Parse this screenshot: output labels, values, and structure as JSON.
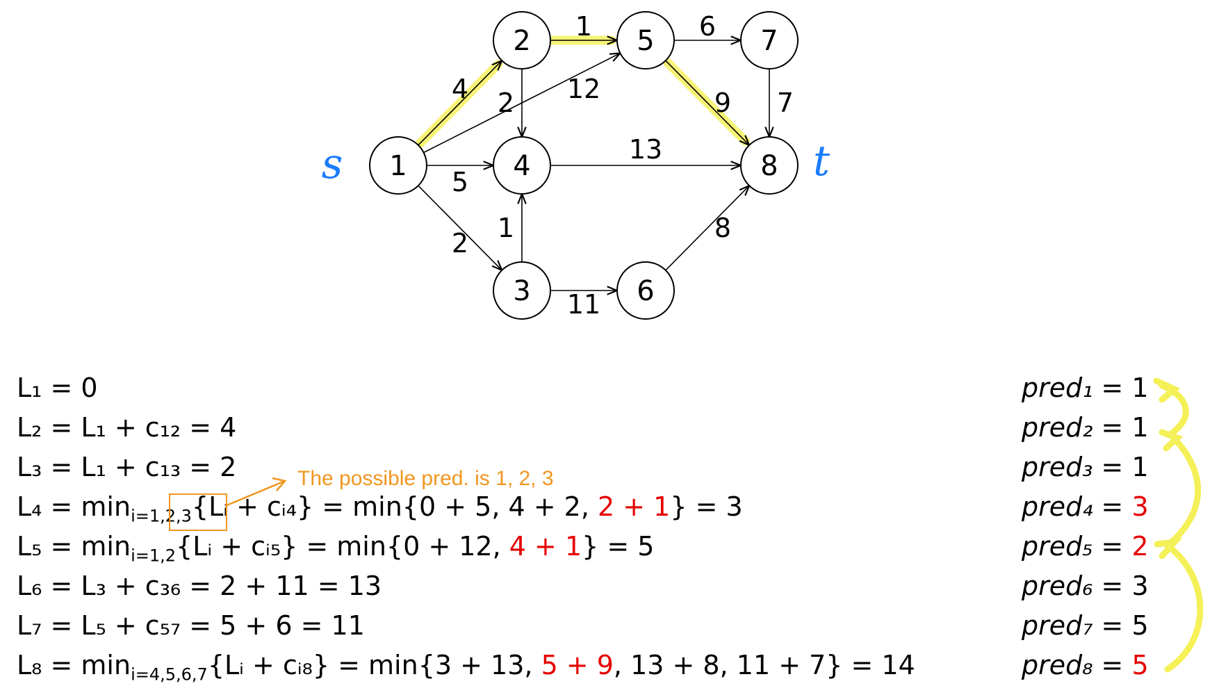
{
  "graph": {
    "nodes": [
      {
        "id": "1",
        "label": "1"
      },
      {
        "id": "2",
        "label": "2"
      },
      {
        "id": "3",
        "label": "3"
      },
      {
        "id": "4",
        "label": "4"
      },
      {
        "id": "5",
        "label": "5"
      },
      {
        "id": "6",
        "label": "6"
      },
      {
        "id": "7",
        "label": "7"
      },
      {
        "id": "8",
        "label": "8"
      }
    ],
    "edges": [
      {
        "from": "1",
        "to": "2",
        "weight": "4",
        "highlighted": true
      },
      {
        "from": "1",
        "to": "5",
        "weight": "12",
        "highlighted": false
      },
      {
        "from": "1",
        "to": "4",
        "weight": "5",
        "highlighted": false
      },
      {
        "from": "1",
        "to": "3",
        "weight": "2",
        "highlighted": false
      },
      {
        "from": "2",
        "to": "5",
        "weight": "1",
        "highlighted": true
      },
      {
        "from": "2",
        "to": "4",
        "weight": "2",
        "highlighted": false
      },
      {
        "from": "3",
        "to": "4",
        "weight": "1",
        "highlighted": false
      },
      {
        "from": "3",
        "to": "6",
        "weight": "11",
        "highlighted": false
      },
      {
        "from": "4",
        "to": "8",
        "weight": "13",
        "highlighted": false
      },
      {
        "from": "5",
        "to": "7",
        "weight": "6",
        "highlighted": false
      },
      {
        "from": "5",
        "to": "8",
        "weight": "9",
        "highlighted": true
      },
      {
        "from": "6",
        "to": "8",
        "weight": "8",
        "highlighted": false
      },
      {
        "from": "7",
        "to": "8",
        "weight": "7",
        "highlighted": false
      }
    ],
    "source_mark": "s",
    "sink_mark": "t",
    "highlight_color": "#f6f266",
    "handwriting_color": "#1a7cff"
  },
  "equations": [
    {
      "id": "L1",
      "parts": [
        {
          "t": "L₁ = 0"
        }
      ]
    },
    {
      "id": "L2",
      "parts": [
        {
          "t": "L₂ = L₁ + c₁₂ = 4"
        }
      ]
    },
    {
      "id": "L3",
      "parts": [
        {
          "t": "L₃ = L₁ + c₁₃ = 2"
        }
      ]
    },
    {
      "id": "L4",
      "parts": [
        {
          "t": "L₄ = min"
        },
        {
          "t": "i=1,2,3",
          "sub": true
        },
        {
          "t": "{Lᵢ + cᵢ₄} = min{0 + 5, 4 + 2, "
        },
        {
          "t": "2 + 1",
          "red": true
        },
        {
          "t": "} = 3"
        }
      ]
    },
    {
      "id": "L5",
      "parts": [
        {
          "t": "L₅ = min"
        },
        {
          "t": "i=1,2",
          "sub": true
        },
        {
          "t": "{Lᵢ + cᵢ₅} = min{0 + 12, "
        },
        {
          "t": "4 + 1",
          "red": true
        },
        {
          "t": "} = 5"
        }
      ]
    },
    {
      "id": "L6",
      "parts": [
        {
          "t": "L₆ = L₃ + c₃₆ = 2 + 11 = 13"
        }
      ]
    },
    {
      "id": "L7",
      "parts": [
        {
          "t": "L₇ = L₅ + c₅₇ = 5 + 6 = 11"
        }
      ]
    },
    {
      "id": "L8",
      "parts": [
        {
          "t": "L₈ = min"
        },
        {
          "t": "i=4,5,6,7",
          "sub": true
        },
        {
          "t": "{Lᵢ + cᵢ₈} = min{3 + 13, "
        },
        {
          "t": "5 + 9",
          "red": true
        },
        {
          "t": ", 13 + 8, 11 + 7} = 14"
        }
      ]
    }
  ],
  "preds": [
    {
      "label": "pred₁ = ",
      "value": "1",
      "red": false
    },
    {
      "label": "pred₂ = ",
      "value": "1",
      "red": false
    },
    {
      "label": "pred₃ = ",
      "value": "1",
      "red": false
    },
    {
      "label": "pred₄ = ",
      "value": "3",
      "red": true
    },
    {
      "label": "pred₅ = ",
      "value": "2",
      "red": true
    },
    {
      "label": "pred₆ = ",
      "value": "3",
      "red": false
    },
    {
      "label": "pred₇ = ",
      "value": "5",
      "red": false
    },
    {
      "label": "pred₈ = ",
      "value": "5",
      "red": true
    }
  ],
  "annotation": {
    "text": "The possible pred. is 1, 2, 3",
    "color": "#f0961e"
  },
  "accent_red": "#e60000"
}
